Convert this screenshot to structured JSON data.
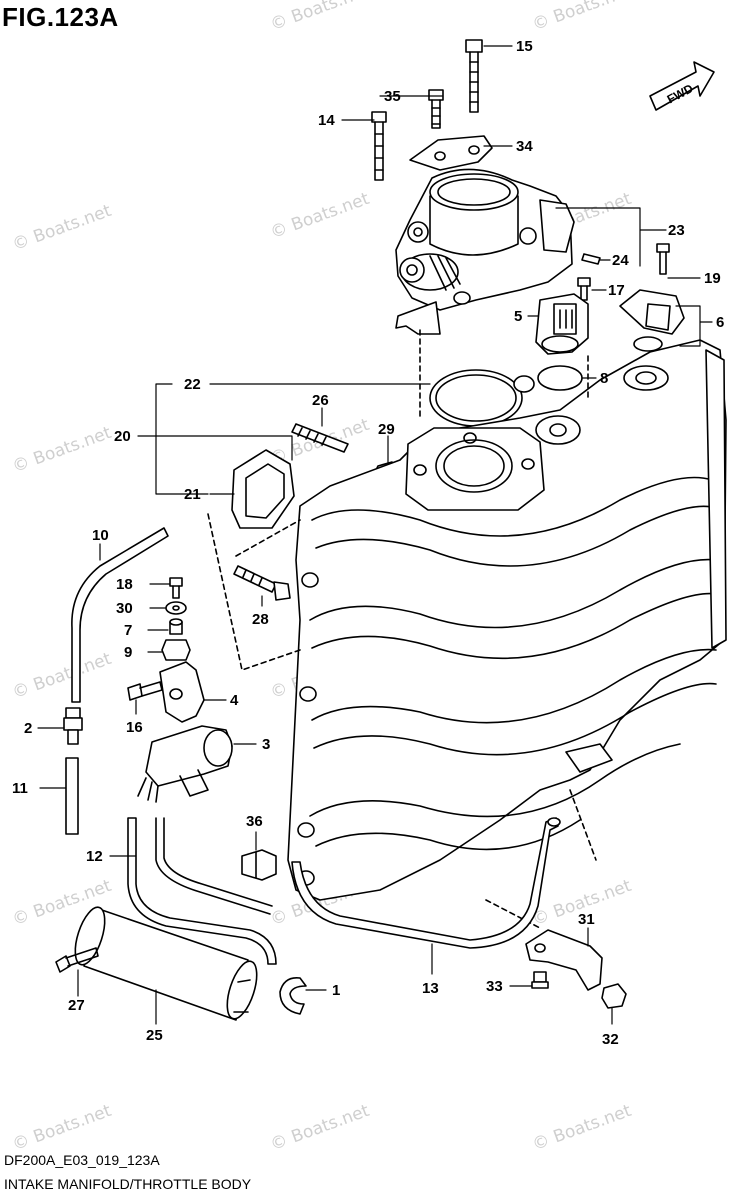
{
  "figure": {
    "title": "FIG.123A",
    "code": "DF200A_E03_019_123A",
    "caption": "INTAKE MANIFOLD/THROTTLE BODY"
  },
  "direction_badge": "FWD",
  "watermark": "© Boats.net",
  "callouts": [
    "15",
    "35",
    "14",
    "34",
    "23",
    "24",
    "19",
    "17",
    "5",
    "6",
    "8",
    "22",
    "26",
    "29",
    "20",
    "21",
    "10",
    "18",
    "28",
    "30",
    "7",
    "9",
    "4",
    "2",
    "16",
    "3",
    "11",
    "36",
    "12",
    "31",
    "27",
    "25",
    "1",
    "13",
    "33",
    "32"
  ],
  "colors": {
    "line": "#000000",
    "watermark": "#cfcfcf",
    "background": "#ffffff"
  }
}
